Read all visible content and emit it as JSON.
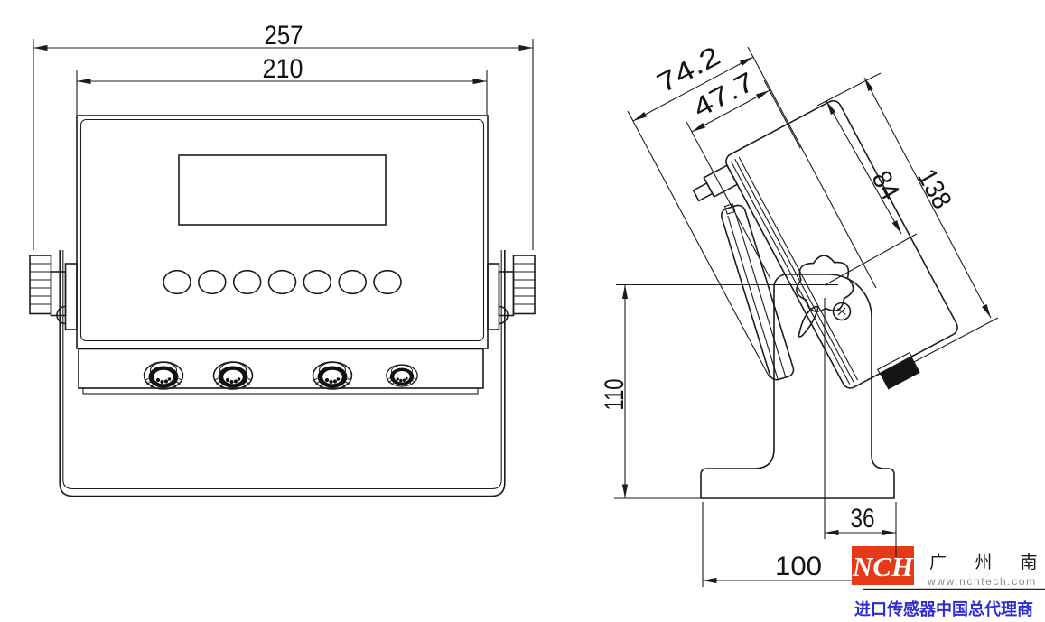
{
  "front_view": {
    "dims": {
      "total_width": "257",
      "body_width": "210"
    },
    "buttons_count": 7,
    "connectors_count": 4
  },
  "side_view": {
    "dims": {
      "depth_total": "74.2",
      "depth_body": "47.7",
      "panel_to_pivot": "84",
      "height_total": "138",
      "pivot_height": "110",
      "base_right_offset": "36",
      "base_width": "100"
    }
  },
  "logo": {
    "brand": "NCH",
    "brand_bg_color": "#e53917",
    "company": "广 州 南 创",
    "website": "www.nchtech.com",
    "tagline": "进口传感器中国总代理商",
    "tagline_color": "#2d2dd2"
  }
}
